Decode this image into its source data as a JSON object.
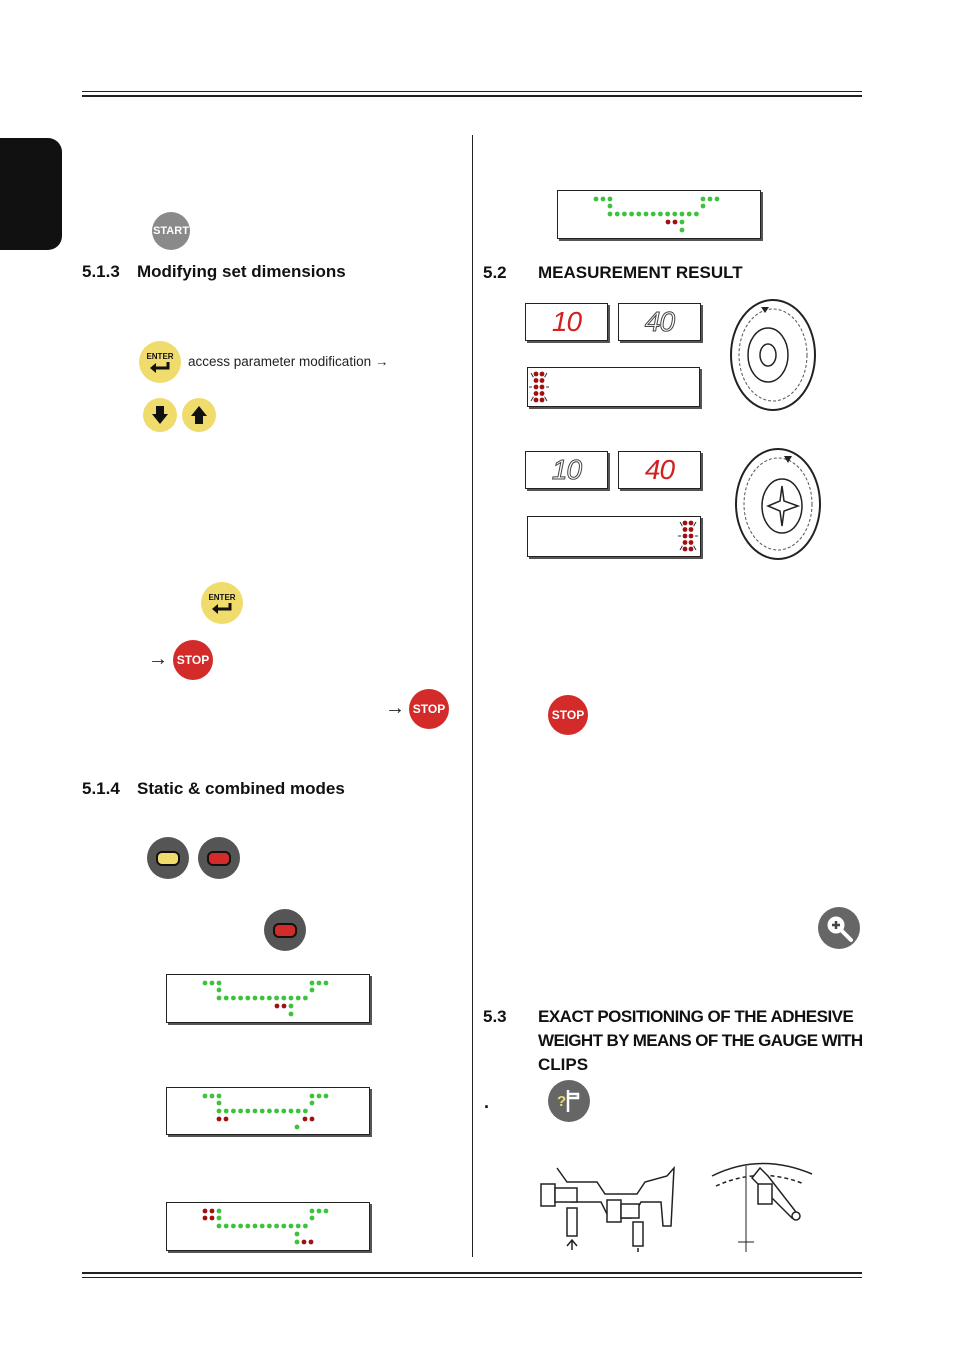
{
  "sections": {
    "s513": {
      "num": "5.1.3",
      "title": "Modifying set dimensions"
    },
    "s514": {
      "num": "5.1.4",
      "title": "Static & combined modes"
    },
    "s52": {
      "num": "5.2",
      "title": "MEASUREMENT RESULT"
    },
    "s53": {
      "num": "5.3",
      "title_l1": "EXACT POSITIONING OF THE ADHESIVE",
      "title_l2": "WEIGHT BY MEANS OF THE GAUGE WITH",
      "title_l3": "CLIPS"
    }
  },
  "buttons": {
    "start": "START",
    "enter": "ENTER",
    "stop": "STOP"
  },
  "texts": {
    "access_param": "access parameter modification",
    "arrow": "→",
    "dot": "."
  },
  "readouts": {
    "r1_left": "10",
    "r1_right": "40",
    "r2_left": "10",
    "r2_right": "40"
  },
  "icons": {
    "down": "arrow-down-icon",
    "up": "arrow-up-icon",
    "zoom": "magnifier-plus-icon",
    "help": "gauge-help-icon"
  },
  "colors": {
    "led_green": "#3cc23c",
    "led_red": "#a01010",
    "button_yellow": "#f0dc6c",
    "button_red": "#d32a2a"
  }
}
